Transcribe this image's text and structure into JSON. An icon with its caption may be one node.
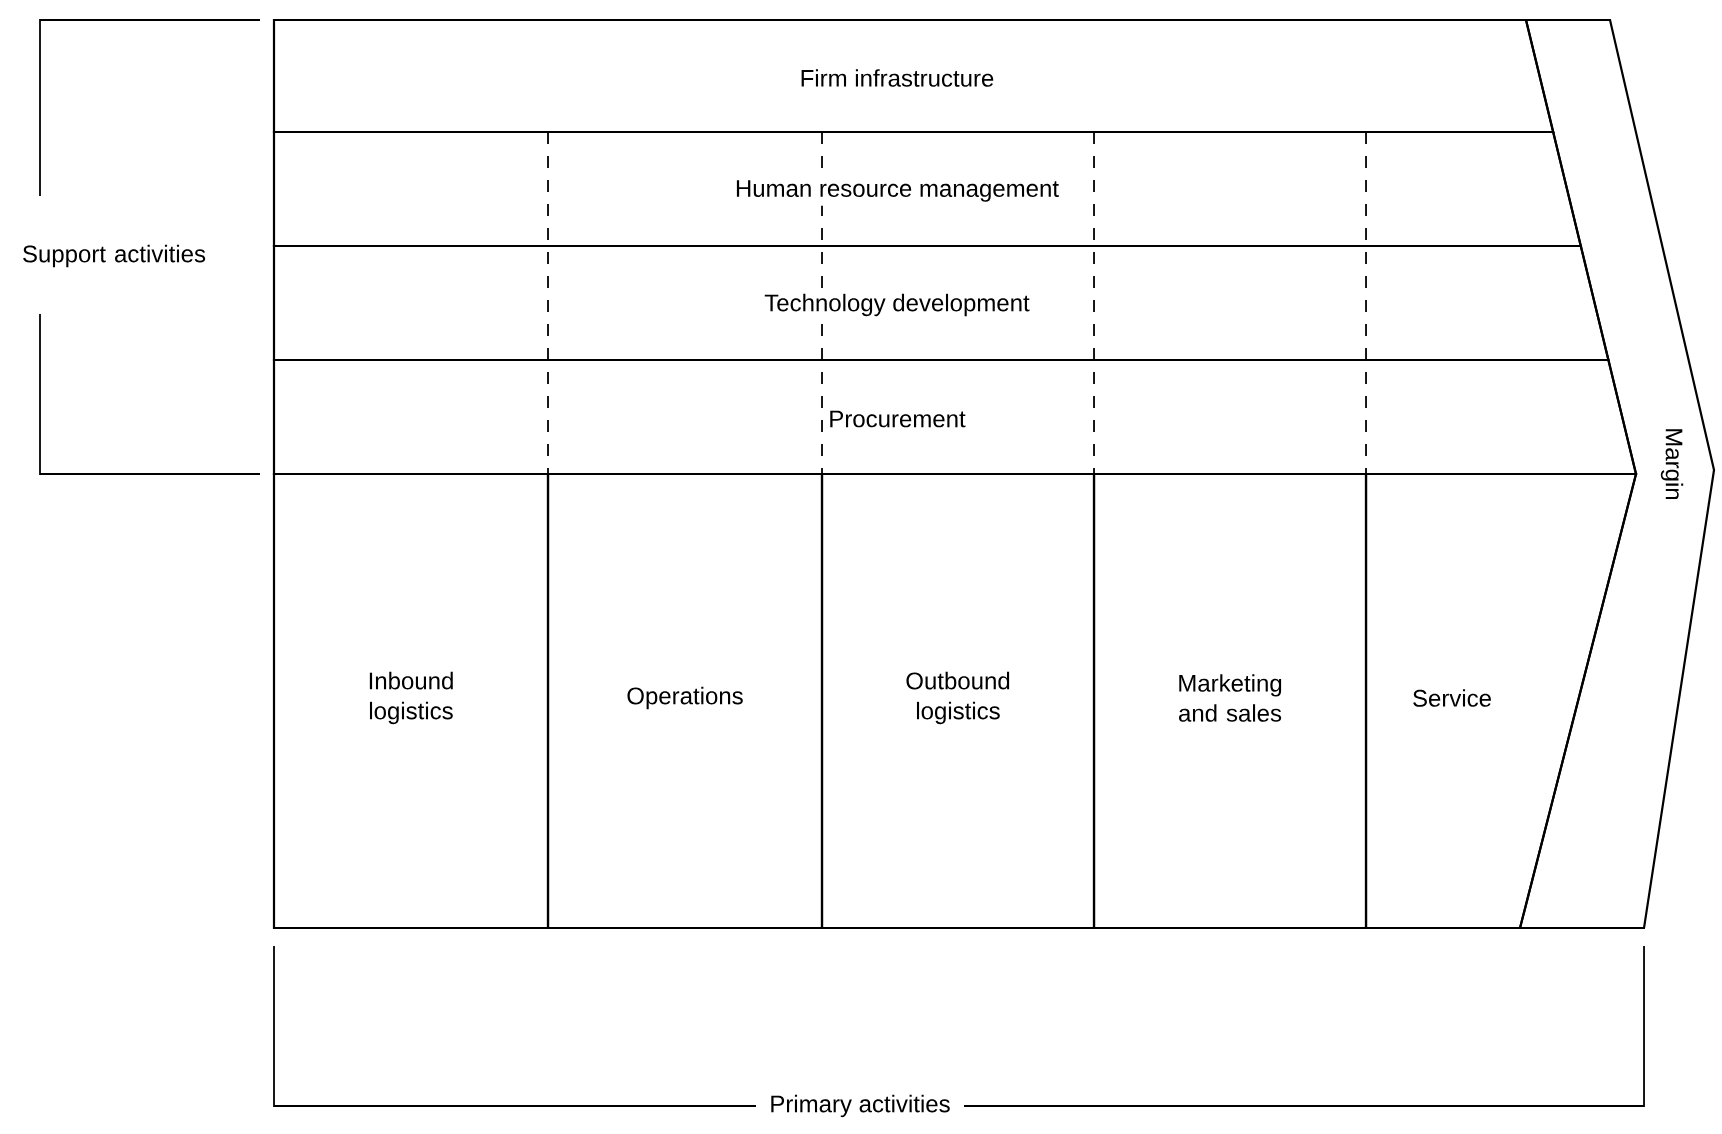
{
  "diagram": {
    "nodes": [
      {
        "text": [
          "Firm infrastructure"
        ]
      },
      {
        "text": [
          "Human resource management"
        ]
      },
      {
        "text": [
          "Technology development"
        ]
      },
      {
        "text": [
          "Procurement"
        ]
      },
      {
        "text": [
          "Inbound logistics"
        ]
      },
      {
        "text": [
          "Operations"
        ]
      },
      {
        "text": [
          "Outbound logistics"
        ]
      },
      {
        "text": [
          "Marketing and sales"
        ]
      },
      {
        "text": [
          "Service"
        ]
      },
      {
        "text": [
          "Margin"
        ]
      }
    ],
    "labels": [
      "Support activities",
      "Primary activities"
    ]
  }
}
